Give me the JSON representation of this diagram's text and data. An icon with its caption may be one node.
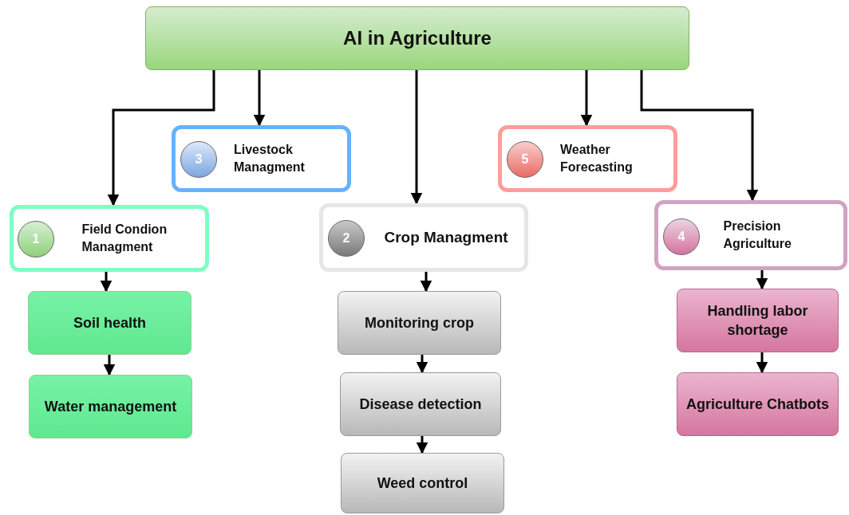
{
  "diagram": {
    "nodes": [
      {
        "text": [
          "AI  in Agriculture"
        ]
      },
      {
        "text": [
          "Livestock Managment"
        ]
      },
      {
        "text": [
          "3"
        ],
        "in": 1
      },
      {
        "text": [
          "Weather Forecasting"
        ]
      },
      {
        "text": [
          "5"
        ],
        "in": 3
      },
      {
        "text": [
          "Field Condion Managment"
        ]
      },
      {
        "text": [
          "1"
        ],
        "in": 5
      },
      {
        "text": [
          "Crop Managment"
        ]
      },
      {
        "text": [
          "2"
        ],
        "in": 7
      },
      {
        "text": [
          "Precision Agriculture"
        ]
      },
      {
        "text": [
          "4"
        ],
        "in": 9
      },
      {
        "text": [
          "Soil health"
        ]
      },
      {
        "text": [
          "Water management"
        ]
      },
      {
        "text": [
          "Monitoring crop"
        ]
      },
      {
        "text": [
          "Disease detection"
        ]
      },
      {
        "text": [
          "Weed control"
        ]
      },
      {
        "text": [
          "Handling labor shortage"
        ]
      },
      {
        "text": [
          "Agriculture Chatbots"
        ]
      }
    ],
    "edges": [
      {
        "from": 0,
        "to": 5,
        "arrow": "to"
      },
      {
        "from": 0,
        "to": 1,
        "arrow": "to"
      },
      {
        "from": 0,
        "to": 7,
        "arrow": "to"
      },
      {
        "from": 0,
        "to": 3,
        "arrow": "to"
      },
      {
        "from": 0,
        "to": 9,
        "arrow": "to"
      },
      {
        "from": 5,
        "to": 11,
        "arrow": "to"
      },
      {
        "from": 11,
        "to": 12,
        "arrow": "to"
      },
      {
        "from": 7,
        "to": 13,
        "arrow": "to"
      },
      {
        "from": 13,
        "to": 14,
        "arrow": "to"
      },
      {
        "from": 14,
        "to": 15,
        "arrow": "to"
      },
      {
        "from": 9,
        "to": 16,
        "arrow": "to"
      },
      {
        "from": 16,
        "to": 17,
        "arrow": "to"
      }
    ]
  }
}
